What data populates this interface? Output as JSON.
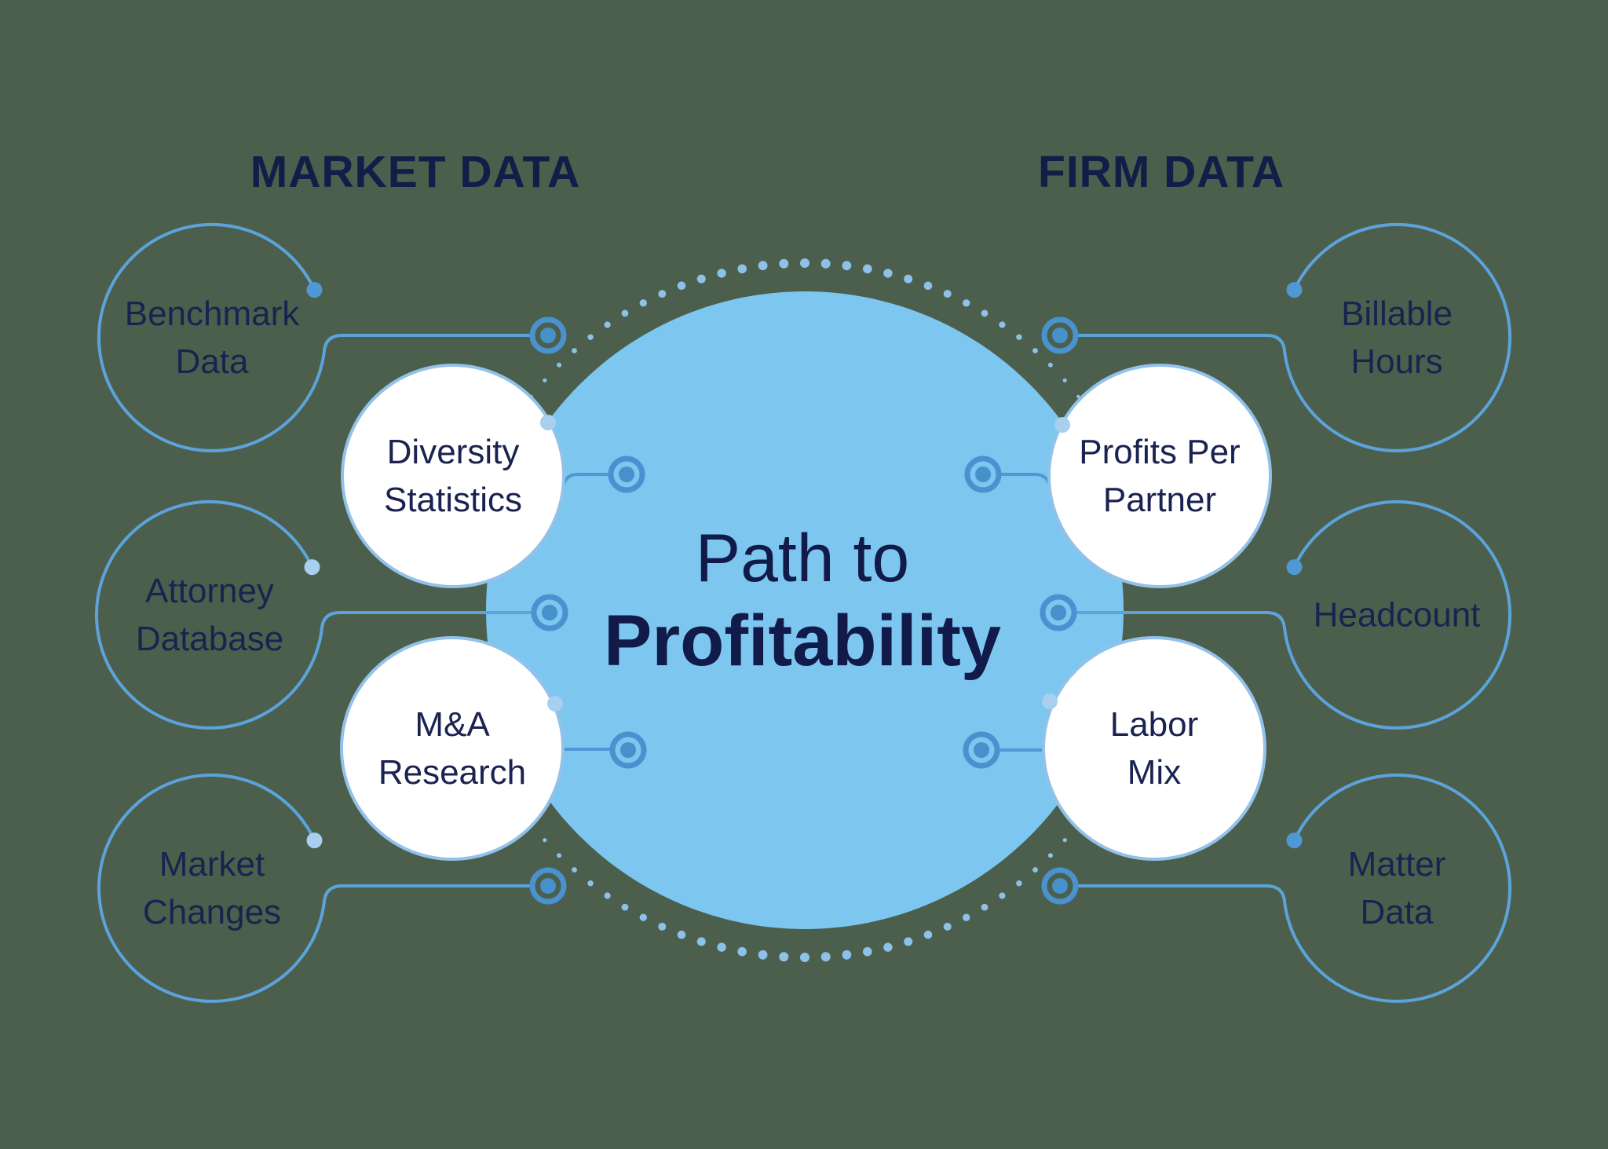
{
  "title": "Path to Profitability",
  "headings": {
    "market": "MARKET DATA",
    "firm": "FIRM DATA"
  },
  "center": {
    "line1": "Path to",
    "line2": "Profitability"
  },
  "market_nodes": {
    "benchmark": {
      "line1": "Benchmark",
      "line2": "Data"
    },
    "attorney": {
      "line1": "Attorney",
      "line2": "Database"
    },
    "market_changes": {
      "line1": "Market",
      "line2": "Changes"
    }
  },
  "firm_nodes": {
    "billable": {
      "line1": "Billable",
      "line2": "Hours"
    },
    "headcount": {
      "line1": "Headcount",
      "line2": ""
    },
    "matter": {
      "line1": "Matter",
      "line2": "Data"
    }
  },
  "market_metrics": {
    "diversity": {
      "line1": "Diversity",
      "line2": "Statistics"
    },
    "ma": {
      "line1": "M&A",
      "line2": "Research"
    }
  },
  "firm_metrics": {
    "profits": {
      "line1": "Profits Per",
      "line2": "Partner"
    },
    "labor": {
      "line1": "Labor",
      "line2": "Mix"
    }
  },
  "colors": {
    "background": "#4B5F4C",
    "center_fill": "#7DC6EF",
    "heading_text": "#141C48",
    "node_text": "#1A2350",
    "center_text": "#111A49",
    "circle_stroke": "#5CA3DC",
    "connector": "#4E98D4",
    "ring_outer": "#4A92CF",
    "ring_dot": "#4690CC",
    "arc_dot": "#8EC1E9",
    "dot_light": "#A8CFEE",
    "dot_medium": "#4E99D5",
    "white_fill": "#FFFFFF",
    "white_stroke": "#92C1E9"
  }
}
